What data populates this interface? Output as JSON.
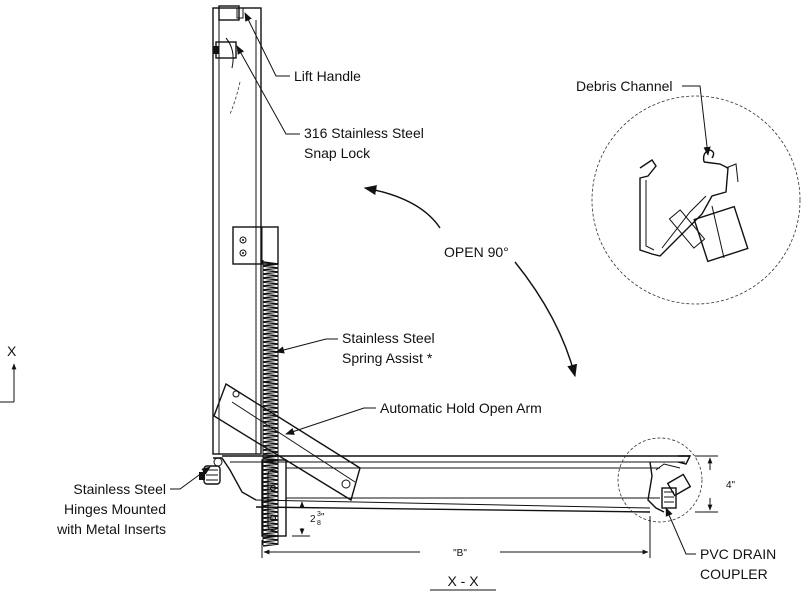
{
  "labels": {
    "lift_handle": "Lift Handle",
    "snap_lock_line1": "316 Stainless Steel",
    "snap_lock_line2": "Snap Lock",
    "debris_channel": "Debris Channel",
    "open_angle": "OPEN 90°",
    "spring_line1": "Stainless Steel",
    "spring_line2": "Spring Assist *",
    "hold_open_arm": "Automatic Hold Open Arm",
    "hinges_line1": "Stainless Steel",
    "hinges_line2": "Hinges Mounted",
    "hinges_line3": "with Metal Inserts",
    "pvc_line1": "PVC DRAIN",
    "pvc_line2": "COUPLER",
    "dim_height": "4\"",
    "dim_width": "\"B\"",
    "dim_small_whole": "2",
    "dim_small_num": "3",
    "dim_small_den": "8",
    "dim_small_unit": "\"",
    "section_marker": "X",
    "section_title": "X - X"
  }
}
